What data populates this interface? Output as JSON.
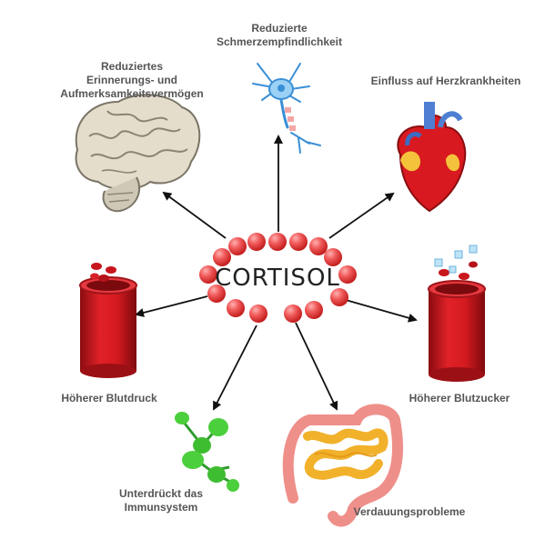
{
  "center": {
    "title": "CORTISOL"
  },
  "effects": {
    "memory": "Reduziertes\nErinnerungs- und\nAufmerksamkeitsvermögen",
    "pain": "Reduzierte\nSchmerzempfindlichkeit",
    "heart": "Einfluss auf Herzkrankheiten",
    "blood_pressure": "Höherer Blutdruck",
    "blood_sugar": "Höherer Blutzucker",
    "immune": "Unterdrückt das\nImmunsystem",
    "digestion": "Verdauungsprobleme"
  },
  "icons": {
    "memory": "brain-icon",
    "pain": "neuron-icon",
    "heart": "heart-icon",
    "blood_pressure": "blood-vessel-icon",
    "blood_sugar": "blood-vessel-sugar-icon",
    "immune": "immune-molecule-icon",
    "digestion": "intestine-icon"
  },
  "colors": {
    "molecule": "#e84a4a",
    "vessel": "#c8161d",
    "label": "#555555",
    "intestine": "#f1b12a"
  }
}
